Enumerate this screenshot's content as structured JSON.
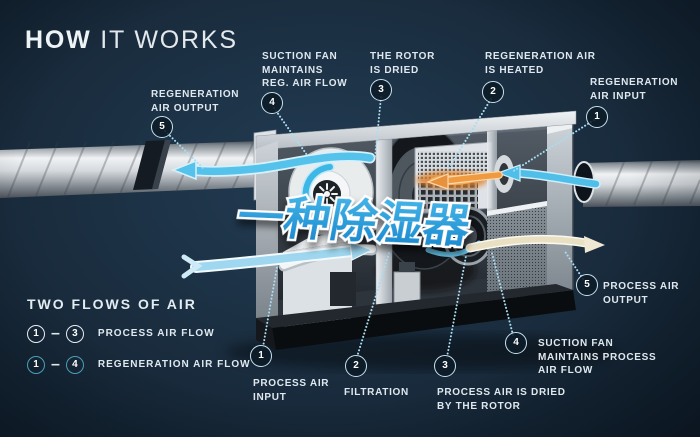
{
  "title": {
    "word1": "HOW",
    "word2": " IT WORKS"
  },
  "watermark": "一种除湿器",
  "callouts": {
    "reg_air_output": {
      "num": "5",
      "lines": [
        "REGENERATION",
        "AIR OUTPUT"
      ]
    },
    "suction_fan_reg": {
      "num": "4",
      "lines": [
        "SUCTION FAN",
        "MAINTAINS",
        "REG. AIR FLOW"
      ]
    },
    "rotor_dried": {
      "num": "3",
      "lines": [
        "THE ROTOR",
        "IS DRIED"
      ]
    },
    "reg_air_heated": {
      "num": "2",
      "lines": [
        "REGENERATION AIR",
        "IS HEATED"
      ]
    },
    "reg_air_input": {
      "num": "1",
      "lines": [
        "REGENERATION",
        "AIR INPUT"
      ]
    },
    "process_air_output": {
      "num": "5",
      "lines": [
        "PROCESS AIR",
        "OUTPUT"
      ]
    },
    "suction_fan_process": {
      "num": "4",
      "lines": [
        "SUCTION FAN",
        "MAINTAINS PROCESS",
        "AIR FLOW"
      ]
    },
    "process_air_dried": {
      "num": "3",
      "lines": [
        "PROCESS AIR IS DRIED",
        "BY THE ROTOR"
      ]
    },
    "filtration": {
      "num": "2",
      "lines": [
        "FILTRATION"
      ]
    },
    "process_air_input": {
      "num": "1",
      "lines": [
        "PROCESS AIR",
        "INPUT"
      ]
    }
  },
  "legend": {
    "heading": "TWO FLOWS OF AIR",
    "rows": [
      {
        "from": "1",
        "to": "3",
        "dash": "–",
        "label": "PROCESS AIR FLOW"
      },
      {
        "from": "1",
        "to": "4",
        "dash": "–",
        "label": "REGENERATION AIR FLOW"
      }
    ]
  },
  "colors": {
    "accent_cyan": "#4fbfe9",
    "heater_orange": "#e8913c",
    "background": "#16293a",
    "cream": "#efe8d2"
  }
}
